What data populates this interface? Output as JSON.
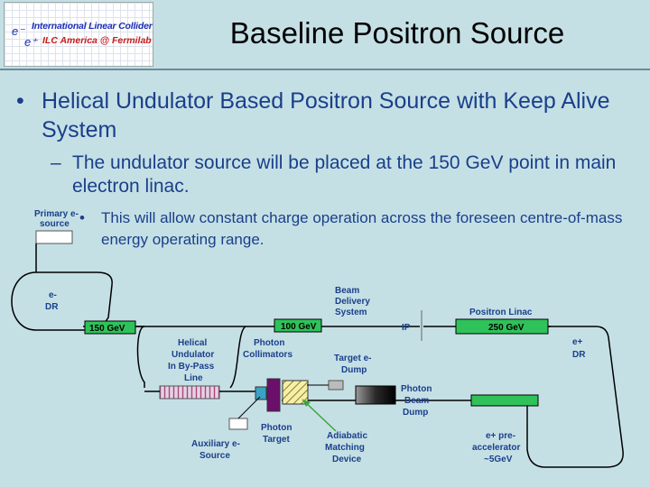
{
  "logo": {
    "line1": "International Linear Collider",
    "line2": "ILC America @ Fermilab",
    "e_minus": "e⁻",
    "e_plus": "e⁺"
  },
  "title": "Baseline Positron Source",
  "bullets": [
    {
      "marker": "•",
      "text": "Helical Undulator Based Positron Source with Keep Alive System"
    },
    {
      "marker": "–",
      "text": "The undulator source will be placed at the 150 GeV point in main electron linac."
    },
    {
      "marker": "•",
      "text": "This will allow constant charge operation across the foreseen centre-of-mass energy operating range."
    }
  ],
  "diagram": {
    "primary_source": [
      "Primary e-",
      "source"
    ],
    "e_dr": [
      "e-",
      "DR"
    ],
    "beam_delivery": [
      "Beam",
      "Delivery",
      "System"
    ],
    "positron_linac": "Positron Linac",
    "ip": "IP",
    "e150": "150 GeV",
    "e100": "100 GeV",
    "e250": "250 GeV",
    "p_dr": [
      "e+",
      "DR"
    ],
    "helical_undulator": [
      "Helical",
      "Undulator",
      "In By-Pass",
      "Line"
    ],
    "photon_collimators": [
      "Photon",
      "Collimators"
    ],
    "target_dump": [
      "Target e-",
      "Dump"
    ],
    "photon_beam_dump": [
      "Photon",
      "Beam",
      "Dump"
    ],
    "auxiliary_source": [
      "Auxiliary e-",
      "Source"
    ],
    "photon_target": [
      "Photon",
      "Target"
    ],
    "adiabatic": [
      "Adiabatic",
      "Matching",
      "Device"
    ],
    "preaccel": [
      "e+ pre-",
      "accelerator",
      "~5GeV"
    ],
    "colors": {
      "text": "#1a3f8a",
      "green_bar": "#2fc25a",
      "arrow_green": "#3aa63a"
    }
  }
}
